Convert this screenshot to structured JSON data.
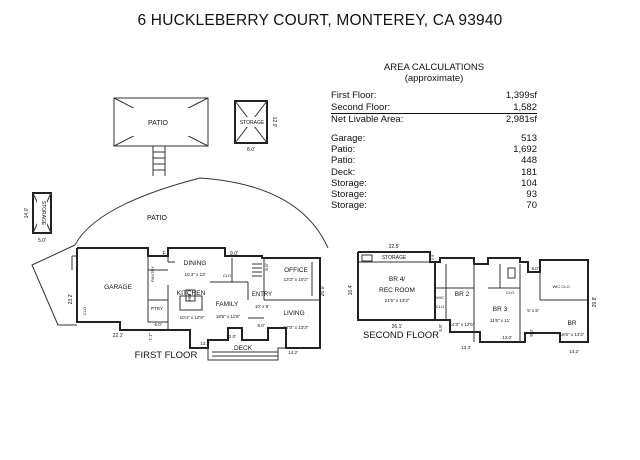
{
  "title": "6 HUCKLEBERRY COURT, MONTEREY, CA 93940",
  "area_calc": {
    "heading1": "AREA CALCULATIONS",
    "heading2": "(approximate)",
    "rows": [
      {
        "label": "First Floor:",
        "value": "1,399sf"
      },
      {
        "label": "Second Floor:",
        "value": "1,582"
      },
      {
        "label": "Net Livable Area:",
        "value": "2,981sf"
      },
      {
        "label": "Garage:",
        "value": "513"
      },
      {
        "label": "Patio:",
        "value": "1,692"
      },
      {
        "label": "Patio:",
        "value": "448"
      },
      {
        "label": "Deck:",
        "value": "181"
      },
      {
        "label": "Storage:",
        "value": "104"
      },
      {
        "label": "Storage:",
        "value": "93"
      },
      {
        "label": "Storage:",
        "value": "70"
      }
    ]
  },
  "floor_labels": {
    "first": "FIRST FLOOR",
    "second": "SECOND FLOOR"
  },
  "first_floor": {
    "patio_upper": "PATIO",
    "patio_lower": "PATIO",
    "storage_top": "STORAGE",
    "storage_top_dim_w": "8.0'",
    "storage_top_dim_h": "12.0'",
    "storage_left": "STORAGE",
    "storage_left_dim_w": "5.0'",
    "storage_left_dim_h": "14.0'",
    "garage": "GARAGE",
    "garage_dim_w": "22.1'",
    "garage_dim_h": "23.2'",
    "garage_clo": "CLO",
    "dining": "DINING",
    "dining_dim": "10.3\" x 13'",
    "dim_9": "9.0'",
    "fp": "F",
    "pantry": "PANTRY",
    "ptry": "PTRY",
    "dim_6": "6.0'",
    "dim_77": "7.7'",
    "kitchen": "KITCHEN",
    "kitchen_dim": "10'4\" x 12'9\"",
    "ref": "REF",
    "family": "FAMILY",
    "family_dim": "18'6\" x 11'6\"",
    "clo": "CLO",
    "entry": "ENTRY",
    "entry_dim": "10' x 8'",
    "office": "OFFICE",
    "office_dim": "13'3\" x 10'2\"",
    "dim_6b": "6.0'",
    "dim_26": "26.0'",
    "living": "LIVING",
    "living_dim": "17'0\" x 13'3\"",
    "dim_8": "8.0'",
    "dim_12": "12.0'",
    "dim_133": "13.3'",
    "dim_142": "14.2'",
    "deck": "DECK"
  },
  "second_floor": {
    "storage": "STORAGE",
    "dim_225": "22.5'",
    "dim_25": "2.5'",
    "br4": "BR 4/",
    "rec_room": "REC ROOM",
    "rec_dim": "21'5\" x 13'3\"",
    "dim_164": "16.4'",
    "dim_261": "26.1'",
    "clo_a": "CLO",
    "clo_b": "CLO",
    "wic": "WIC",
    "br2": "BR 2",
    "br2_dim": "14'3\" x 12'5\"",
    "br3": "BR 3",
    "br3_dim": "11'6\" x 11'",
    "dim_58": "5.8'",
    "dim_133": "13.3'",
    "dim_12": "12.0'",
    "wic_clo": "WIC CLO",
    "dim_8a": "8.0'",
    "dim_8b": "8.0'",
    "dim_5x8": "5' x 8'",
    "br": "BR",
    "br_dim": "16'6\" x 13'3\"",
    "dim_298": "29.8'",
    "dim_142": "14.2'"
  }
}
